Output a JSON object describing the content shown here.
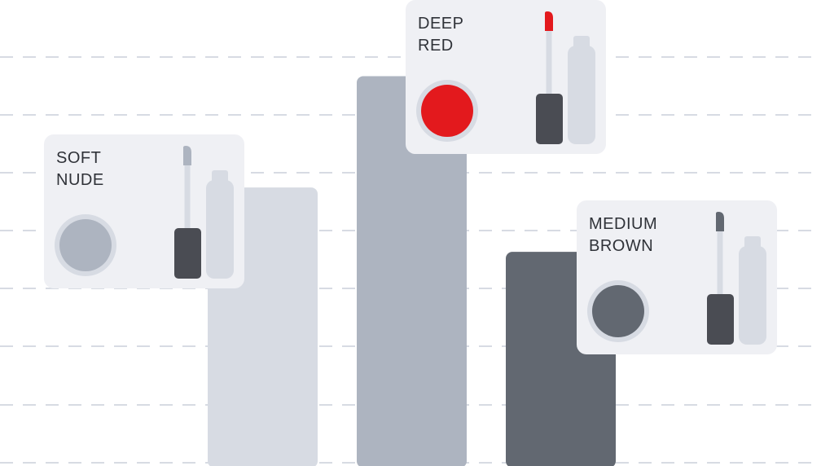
{
  "chart_data": {
    "type": "bar",
    "categories": [
      "SOFT NUDE",
      "DEEP RED",
      "MEDIUM BROWN"
    ],
    "values": [
      4.7,
      6.6,
      3.6
    ],
    "ylim": [
      0,
      7.9
    ],
    "grid": true,
    "legend": "none",
    "series": [
      {
        "values": [
          4.7,
          6.6,
          3.6
        ]
      }
    ]
  },
  "cards": [
    {
      "label_lines": [
        "SOFT",
        "NUDE"
      ],
      "swatch_color": "#adb4c0",
      "tip_color": "#adb4c0",
      "bar_color": "#d7dbe3"
    },
    {
      "label_lines": [
        "DEEP",
        "RED"
      ],
      "swatch_color": "#e3191d",
      "tip_color": "#e3191d",
      "bar_color": "#adb4c0"
    },
    {
      "label_lines": [
        "MEDIUM",
        "BROWN"
      ],
      "swatch_color": "#626871",
      "tip_color": "#626871",
      "bar_color": "#626871"
    }
  ],
  "colors": {
    "grid": "#d7dbe3",
    "card_background": "#eff0f4",
    "swatch_ring": "#d7dbe3",
    "tube_cap": "#4a4c53",
    "bottle": "#d7dbe3",
    "wand": "#d7dbe3",
    "label": "#2f3238"
  },
  "icons": [
    "lip-swatch-icon",
    "lip-gloss-wand-icon",
    "lip-gloss-bottle-icon"
  ]
}
